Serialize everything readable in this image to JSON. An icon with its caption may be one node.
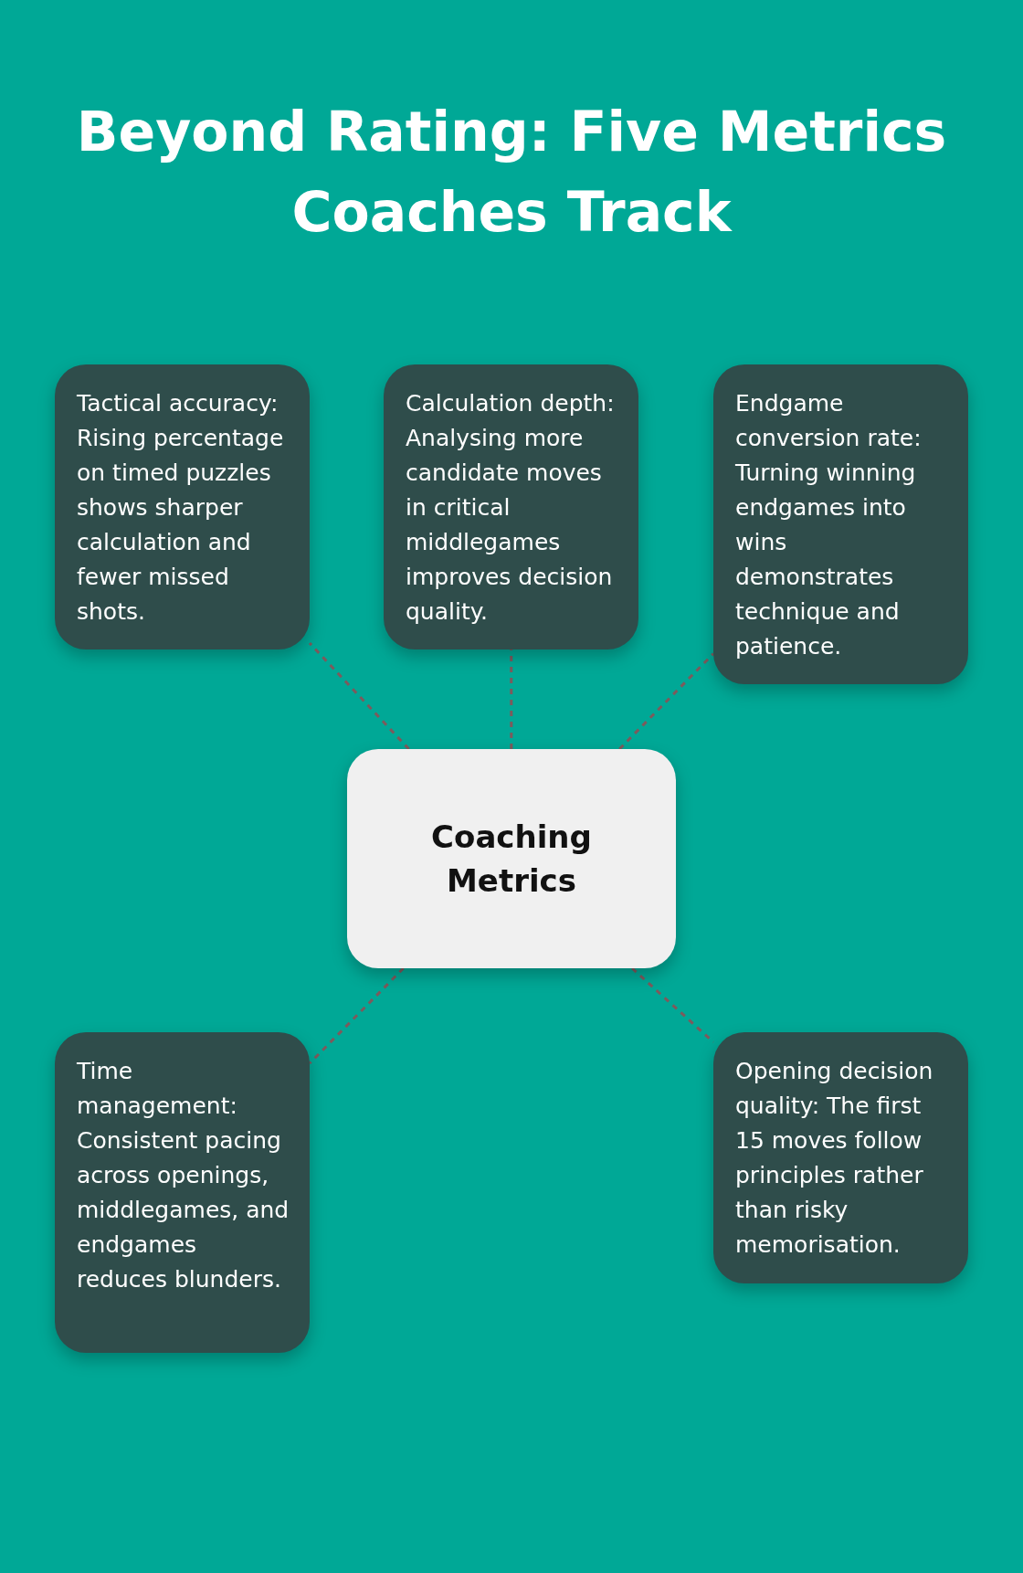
{
  "diagram": {
    "title": "Beyond Rating: Five Metrics Coaches Track",
    "nodes": [
      {
        "text": [
          "Tactical accuracy: Rising percentage on timed puzzles shows sharper calculation and fewer missed shots."
        ]
      },
      {
        "text": [
          "Calculation depth: Analysing more candidate moves in critical middlegames improves decision quality."
        ]
      },
      {
        "text": [
          "Endgame conversion rate: Turning winning endgames into wins demonstrates technique and patience."
        ]
      },
      {
        "text": [
          "Coaching Metrics"
        ]
      },
      {
        "text": [
          "Time management: Consistent pacing across openings, middlegames, and endgames reduces blunders."
        ]
      },
      {
        "text": [
          "Opening decision quality: The first 15 moves follow principles rather than risky memorisation."
        ]
      }
    ],
    "edges": [
      {
        "from": 3,
        "to": 0,
        "arrow": "none",
        "style": "dashed"
      },
      {
        "from": 3,
        "to": 1,
        "arrow": "none",
        "style": "dashed"
      },
      {
        "from": 3,
        "to": 2,
        "arrow": "none",
        "style": "dashed"
      },
      {
        "from": 3,
        "to": 4,
        "arrow": "none",
        "style": "dashed"
      },
      {
        "from": 3,
        "to": 5,
        "arrow": "none",
        "style": "dashed"
      }
    ]
  }
}
